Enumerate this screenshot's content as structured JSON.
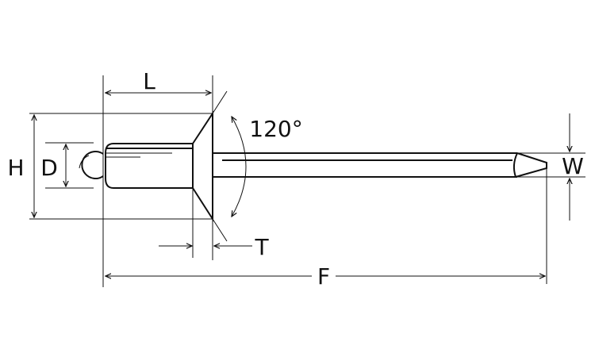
{
  "title": "Countersunk blind rivet dimensions",
  "labels": {
    "length": "L",
    "head_diameter": "H",
    "body_diameter": "D",
    "angle": "120°",
    "head_thickness": "T",
    "overall_length": "F",
    "mandrel_diameter": "W"
  },
  "colors": {
    "line": "#111111",
    "background": "#ffffff"
  }
}
